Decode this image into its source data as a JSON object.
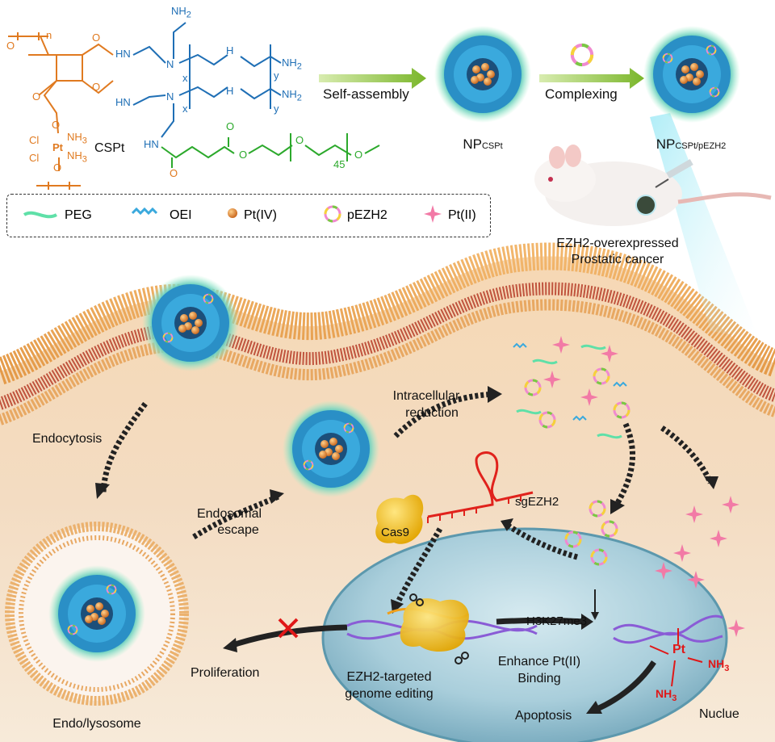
{
  "structure": {
    "name": "CSPt",
    "atoms": {
      "o_top": "O",
      "o_left": "O",
      "o_lower": "O",
      "o_amide1": "O",
      "o_amide2": "O",
      "o_amide3": "O",
      "o_ester1": "O",
      "o_ester2": "O",
      "o_peg": "O",
      "o_methyl": "O",
      "o_pt": "O",
      "cl1": "Cl",
      "cl2": "Cl",
      "pt": "Pt",
      "nh3_1": "NH",
      "nh3_2": "NH",
      "sub3": "3",
      "n1": "N",
      "n2": "N",
      "hn1": "HN",
      "hn2": "HN",
      "hn3": "HN",
      "h1": "H",
      "h2": "H",
      "nh2_top": "NH",
      "nh2_mid": "NH",
      "nh2_lower": "NH",
      "sub2": "2",
      "x1": "x",
      "x2": "x",
      "y1": "y",
      "y2": "y",
      "n45": "45",
      "repeat": "n"
    }
  },
  "process": {
    "self_assembly": "Self-assembly",
    "complexing": "Complexing",
    "np1_main": "NP",
    "np1_sub": "CSPt",
    "np2_main": "NP",
    "np2_sub": "CSPt/pEZH2",
    "tumor_line1": "EZH2-overexpressed",
    "tumor_line2": "Prostatic cancer"
  },
  "legend": {
    "peg": "PEG",
    "oei": "OEI",
    "pt4": "Pt(IV)",
    "pezh2": "pEZH2",
    "pt2": "Pt(II)"
  },
  "cell": {
    "endocytosis": "Endocytosis",
    "endosomal_escape_1": "Endosomal",
    "endosomal_escape_2": "escape",
    "endolysosome": "Endo/lysosome",
    "reduction_1": "Intracellular",
    "reduction_2": "reduction",
    "sgezh2": "sgEZH2",
    "cas9": "Cas9",
    "h3k27me3": "H3K27me3",
    "enhance_1": "Enhance Pt(II)",
    "enhance_2": "Binding",
    "editing_1": "EZH2-targeted",
    "editing_2": "genome editing",
    "proliferation": "Proliferation",
    "apoptosis": "Apoptosis",
    "nucleus": "Nuclue",
    "pt_center": "Pt",
    "nh3_a": "NH",
    "nh3_b": "NH",
    "sub3": "3"
  }
}
